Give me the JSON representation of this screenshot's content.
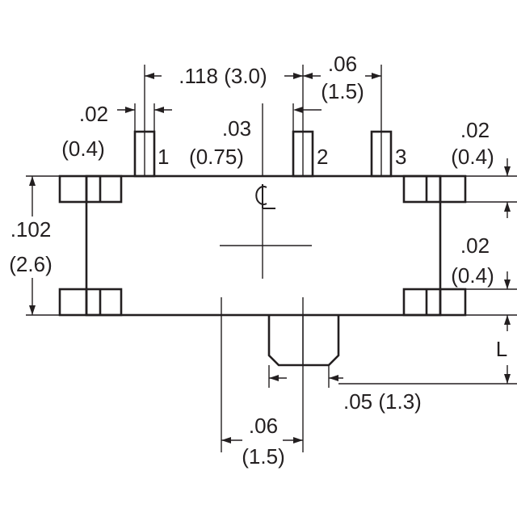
{
  "drawing": {
    "colors": {
      "ink": "#231f20",
      "background": "#ffffff"
    },
    "pins": [
      "1",
      "2",
      "3"
    ],
    "centerline_symbol": "CL",
    "dimensions": {
      "pin_pitch": {
        "in": ".118",
        "mm": "(3.0)"
      },
      "pin_width": {
        "in": ".06",
        "mm": "(1.5)"
      },
      "pin_thickness": {
        "in": ".02",
        "mm": "(0.4)"
      },
      "pin_offset": {
        "in": ".03",
        "mm": "(0.75)"
      },
      "tab_top_right": {
        "in": ".02",
        "mm": "(0.4)"
      },
      "tab_bottom_right": {
        "in": ".02",
        "mm": "(0.4)"
      },
      "body_height": {
        "in": ".102",
        "mm": "(2.6)"
      },
      "actuator_length": {
        "label": "L"
      },
      "actuator_chamfer": {
        "text": ".05 (1.3)"
      },
      "actuator_width": {
        "in": ".06",
        "mm": "(1.5)"
      }
    }
  }
}
